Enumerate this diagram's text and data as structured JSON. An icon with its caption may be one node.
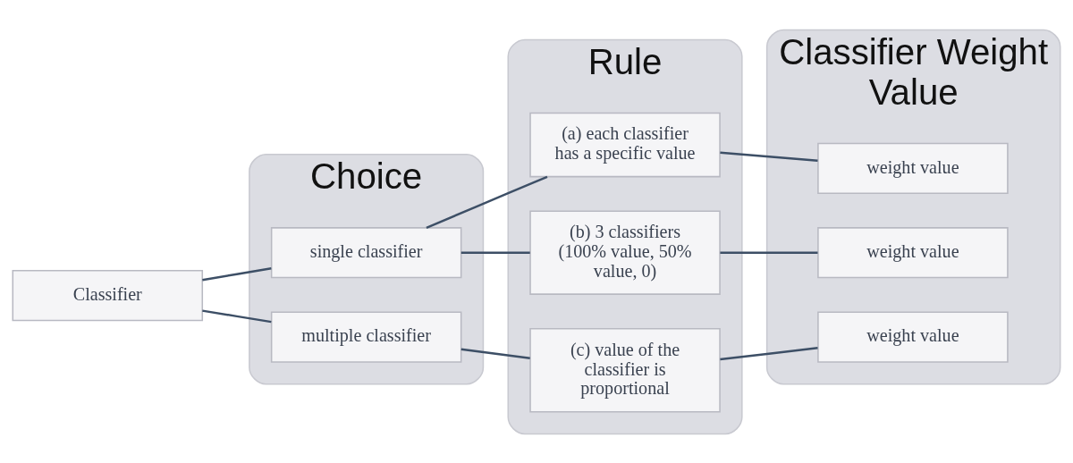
{
  "diagram": {
    "nodes": [
      {
        "text": [
          "Classifier"
        ]
      },
      {
        "text": [
          "Choice"
        ]
      },
      {
        "text": [
          "single classifier"
        ],
        "in": 1
      },
      {
        "text": [
          "multiple classifier"
        ],
        "in": 1
      },
      {
        "text": [
          "Rule"
        ]
      },
      {
        "text": [
          "(a) each classifier has a specific value"
        ],
        "in": 4
      },
      {
        "text": [
          "(b) 3 classifiers",
          "(100% value, 50% value, 0)"
        ],
        "in": 4
      },
      {
        "text": [
          "(c) value of the classifier is proportional"
        ],
        "in": 4
      },
      {
        "text": [
          "Classifier Weight Value"
        ]
      },
      {
        "text": [
          "weight value"
        ],
        "in": 8
      },
      {
        "text": [
          "weight value"
        ],
        "in": 8
      },
      {
        "text": [
          "weight value"
        ],
        "in": 8
      }
    ],
    "edges": [
      {
        "from": 0,
        "to": 2,
        "arrow": "none"
      },
      {
        "from": 0,
        "to": 3,
        "arrow": "none"
      },
      {
        "from": 2,
        "to": 5,
        "arrow": "none"
      },
      {
        "from": 2,
        "to": 6,
        "arrow": "none"
      },
      {
        "from": 3,
        "to": 7,
        "arrow": "none"
      },
      {
        "from": 5,
        "to": 9,
        "arrow": "none"
      },
      {
        "from": 6,
        "to": 10,
        "arrow": "none"
      },
      {
        "from": 7,
        "to": 11,
        "arrow": "none"
      }
    ]
  }
}
